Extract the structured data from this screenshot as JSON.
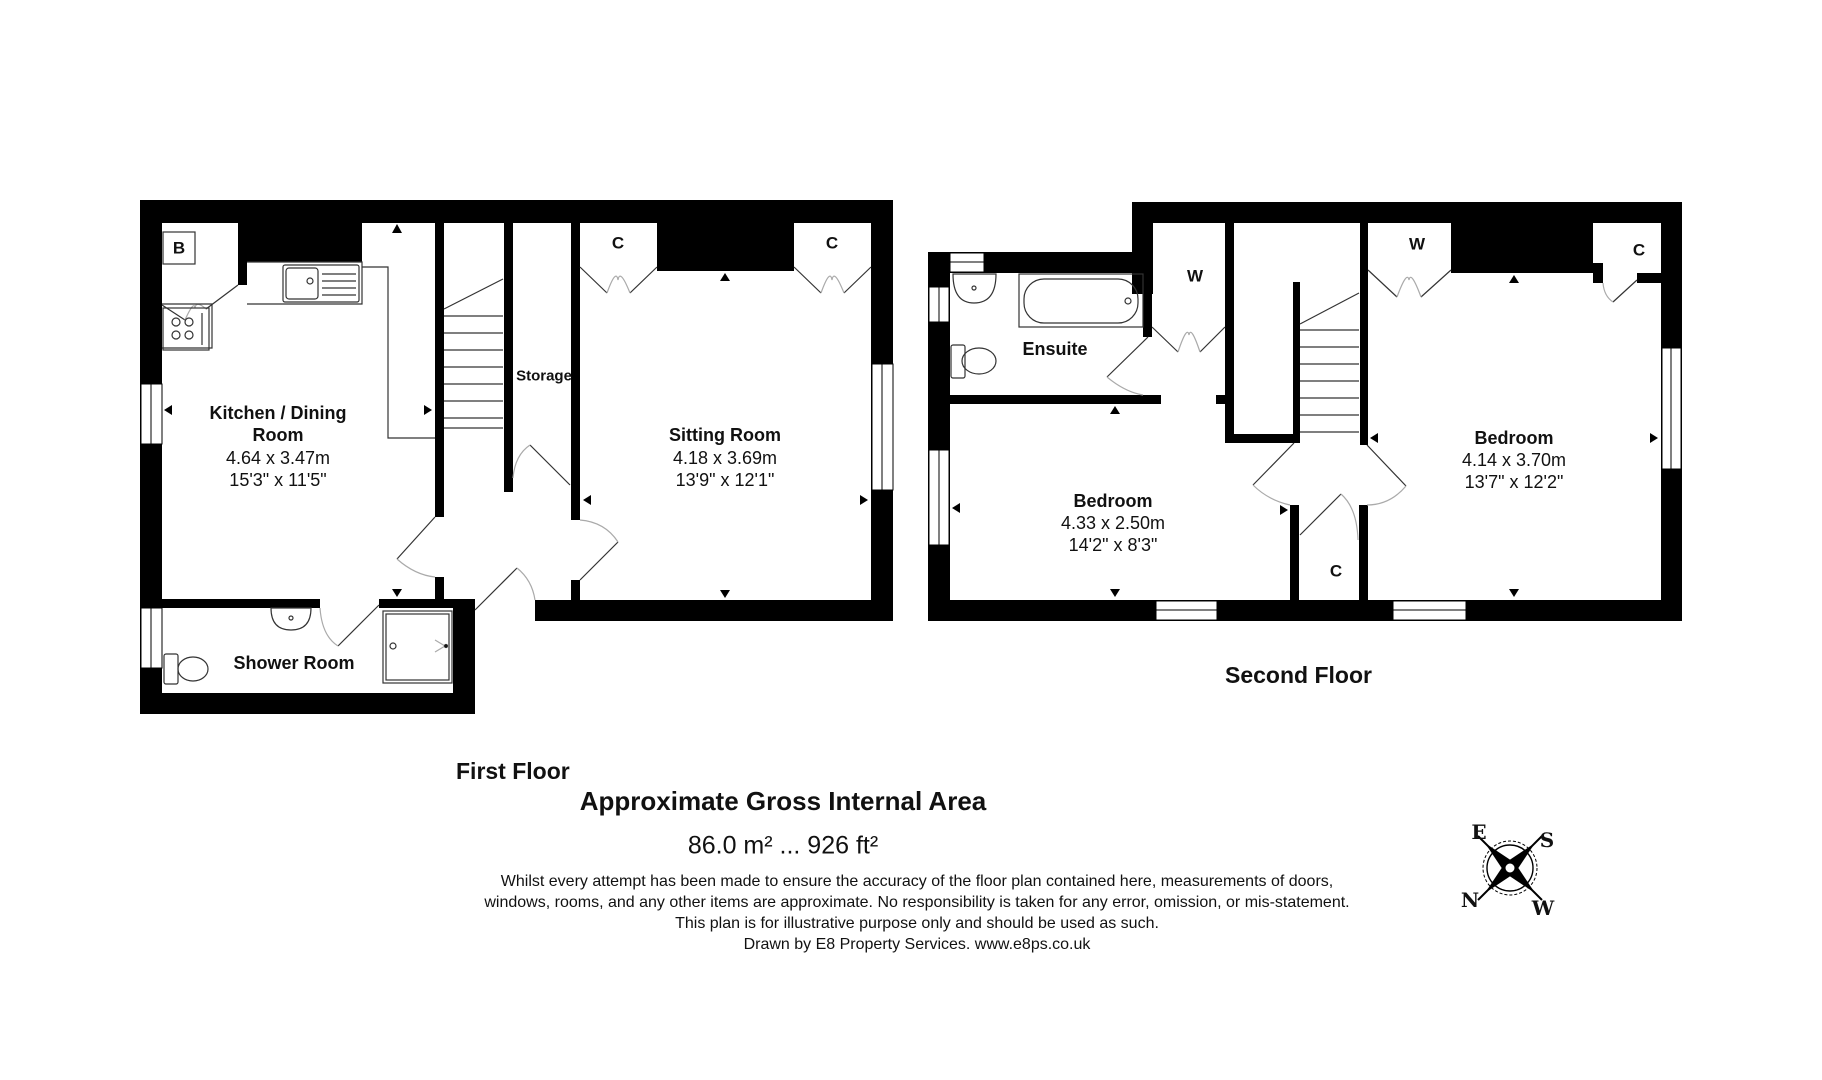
{
  "floors": [
    {
      "name": "First Floor",
      "rooms": [
        {
          "name_line1": "Kitchen / Dining",
          "name_line2": "Room",
          "metric": "4.64 x 3.47m",
          "imperial": "15'3\" x 11'5\""
        },
        {
          "name": "Sitting Room",
          "metric": "4.18 x 3.69m",
          "imperial": "13'9\" x 12'1\""
        },
        {
          "name": "Shower Room"
        },
        {
          "name": "Storage"
        }
      ],
      "tags": {
        "boiler": "B",
        "cupboard_left": "C",
        "cupboard_right": "C"
      }
    },
    {
      "name": "Second Floor",
      "rooms": [
        {
          "name": "Ensuite"
        },
        {
          "name": "Bedroom",
          "metric": "4.33 x 2.50m",
          "imperial": "14'2\" x 8'3\""
        },
        {
          "name": "Bedroom",
          "metric": "4.14 x 3.70m",
          "imperial": "13'7\" x 12'2\""
        }
      ],
      "tags": {
        "wardrobe_landing": "W",
        "wardrobe_bedroom": "W",
        "cupboard_bedroom": "C",
        "cupboard_landing": "C"
      }
    }
  ],
  "summary": {
    "title": "Approximate Gross Internal Area",
    "area": "86.0 m² ... 926 ft²"
  },
  "disclaimer": [
    "Whilst every attempt has been made to ensure the accuracy of the floor plan contained here, measurements of doors,",
    "windows, rooms, and any other items are approximate. No responsibility is taken for any error, omission, or mis-statement.",
    "This plan is for illustrative purpose only and should be used as such.",
    "Drawn by E8 Property Services. www.e8ps.co.uk"
  ],
  "compass": {
    "north": "N",
    "east": "E",
    "south": "S",
    "west": "W"
  },
  "colors": {
    "wall": "#000000",
    "background": "#ffffff",
    "fixture_line": "#333333",
    "door_arc": "#aaaaaa"
  }
}
